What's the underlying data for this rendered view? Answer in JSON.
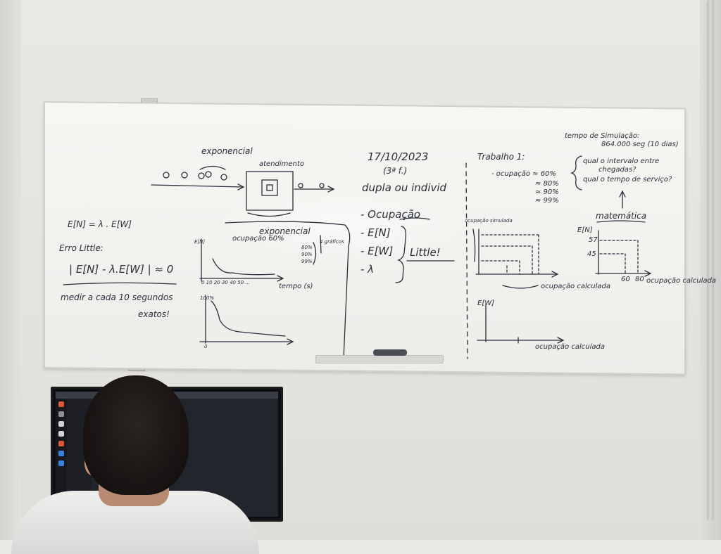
{
  "board": {
    "left": {
      "exponencial_top": "exponencial",
      "atendimento": "atendimento",
      "exponencial_bottom": "exponencial",
      "formula": "E[N] = λ . E[W]",
      "erro_title": "Erro Little:",
      "erro_formula": "| E[N] - λ.E[W] | ≈ 0",
      "medir": "medir a cada 10 segundos",
      "exatos": "exatos!",
      "ocupacao_label": "ocupação 60%",
      "pct_80": "80%",
      "pct_90": "90%",
      "pct_99": "99%",
      "graficos": "4 gráficos",
      "en_axis": "E[N]",
      "tempo_axis": "tempo (s)",
      "ticks": "0  10 20 30 40 50 ...",
      "val_100": "100%",
      "zero": "0"
    },
    "middle": {
      "date": "17/10/2023",
      "day": "(3ª f.)",
      "dupla": "dupla ou individ",
      "ocupacao": "- Ocupação",
      "en": "- E[N]",
      "ew": "- E[W]",
      "lambda": "- λ",
      "little": "Little!"
    },
    "right": {
      "tempo_sim": "tempo de Simulação:",
      "tempo_val": "864.000 seg (10 dias)",
      "trabalho": "Trabalho 1:",
      "occ_60": "- ocupação ≈ 60%",
      "occ_80": "≈ 80%",
      "occ_90": "≈ 90%",
      "occ_99": "≈ 99%",
      "q1": "qual o intervalo entre",
      "q1b": "chegadas?",
      "q2": "qual o tempo de serviço?",
      "matematica": "matemática",
      "ocup_simulada": "ocupação simulada",
      "ocup_calc": "ocupação calculada",
      "ew_axis": "E[W]",
      "en_axis": "E[N]",
      "v57": "57",
      "v45": "45",
      "x60": "60",
      "x80": "80",
      "ocup_calc_2": "ocupação calculada",
      "ocup_calc_3": "ocupação calculada"
    }
  },
  "colors": {
    "ink": "#2a2f3a",
    "board": "#f3f3f0",
    "wall": "#e6e5e1"
  }
}
